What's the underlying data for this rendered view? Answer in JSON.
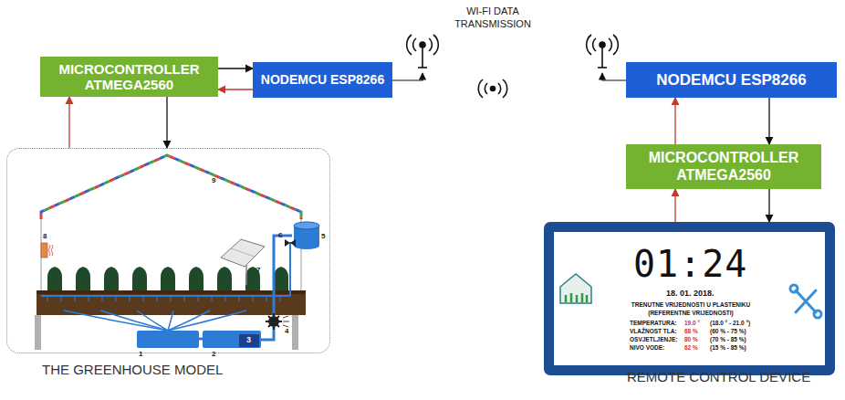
{
  "diagram": {
    "nodes": [
      {
        "text": [
          "MICROCONTROLLER ATMEGA2560"
        ]
      },
      {
        "text": [
          "NODEMCU ESP8266"
        ]
      },
      {
        "text": [
          "NODEMCU ESP8266"
        ]
      },
      {
        "text": [
          "MICROCONTROLLER ATMEGA2560"
        ]
      },
      {
        "text": [
          "THE GREENHOUSE MODEL"
        ]
      },
      {
        "text": [
          "REMOTE CONTROL DEVICE"
        ]
      }
    ],
    "edges": [
      {
        "from": 0,
        "to": 1,
        "arrow": "to"
      },
      {
        "from": 1,
        "to": 0,
        "arrow": "to"
      },
      {
        "from": 0,
        "to": 4,
        "arrow": "to"
      },
      {
        "from": 4,
        "to": 0,
        "arrow": "to"
      },
      {
        "from": 2,
        "to": 3,
        "arrow": "to"
      },
      {
        "from": 3,
        "to": 2,
        "arrow": "to"
      },
      {
        "from": 3,
        "to": 5,
        "arrow": "to"
      },
      {
        "from": 5,
        "to": 3,
        "arrow": "to"
      }
    ],
    "labels": [
      "WI-FI DATA TRANSMISSION",
      "1",
      "2",
      "3",
      "4",
      "5",
      "6",
      "7",
      "8",
      "9",
      "01:24",
      "18. 01. 2018.",
      "TRENUTNE VRIJEDNOSTI U PLASTENIKU",
      "(REFERENTNE VRIJEDNOSTI)",
      "TEMPERATURA:",
      "19.0 °",
      "(18.0 ° - 21.0 °)",
      "VLAŽNOST TLA:",
      "68 %",
      "(60 % - 75 %)",
      "OSVJETLJENJE:",
      "80 %",
      "(70 % - 85 %)",
      "NIVO VODE:",
      "62 %",
      "(15 % - 85 %)"
    ]
  }
}
